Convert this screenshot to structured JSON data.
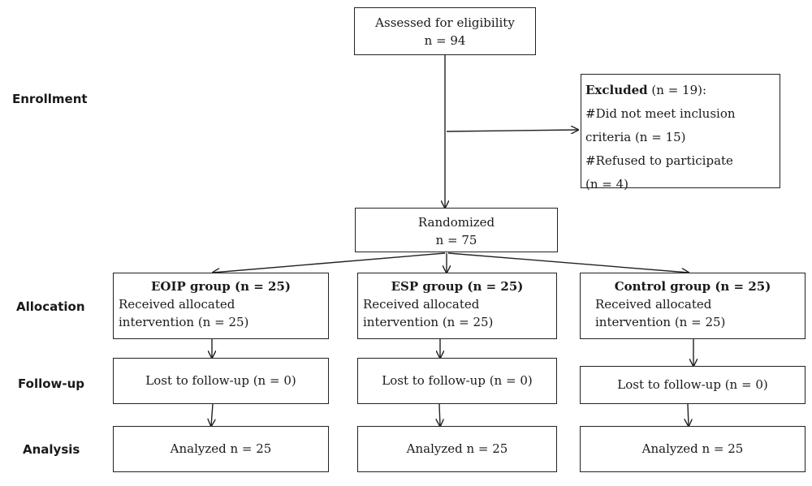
{
  "stages": {
    "enrollment": "Enrollment",
    "allocation": "Allocation",
    "followup": "Follow-up",
    "analysis": "Analysis"
  },
  "assessed": {
    "line1": "Assessed for eligibility",
    "line2": "n = 94"
  },
  "excluded": {
    "title": "Excluded",
    "count": " (n = 19):",
    "line1": "#Did not meet inclusion",
    "line2": "criteria (n = 15)",
    "line3": "#Refused to participate",
    "line4": "(n = 4)"
  },
  "randomized": {
    "line1": "Randomized",
    "line2": "n = 75"
  },
  "groups": [
    {
      "name": "EOIP group",
      "count": " (n = 25)",
      "allocation_line1": "Received allocated",
      "allocation_line2": "intervention (n = 25)",
      "followup": "Lost to follow-up (n = 0)",
      "analysis": "Analyzed n = 25"
    },
    {
      "name": "ESP group",
      "count": " (n = 25)",
      "allocation_line1": "Received allocated",
      "allocation_line2": "intervention (n = 25)",
      "followup": "Lost to follow-up (n = 0)",
      "analysis": "Analyzed n = 25"
    },
    {
      "name": "Control group",
      "count": " (n = 25)",
      "allocation_line1": "Received allocated",
      "allocation_line2": "intervention (n = 25)",
      "followup": "Lost to follow-up (n = 0)",
      "analysis": "Analyzed n = 25"
    }
  ]
}
